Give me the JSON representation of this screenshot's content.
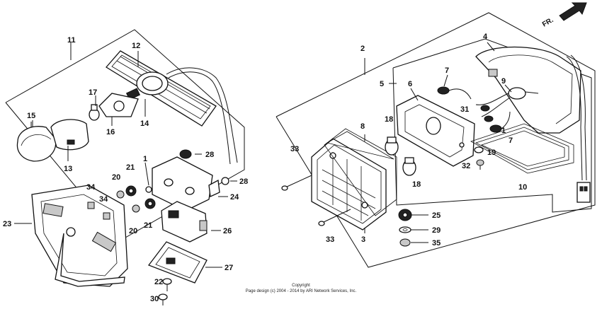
{
  "direction_label": "FR.",
  "copyright": {
    "line1": "Copyright",
    "line2": "Page design (c) 2004 - 2014 by ARI Network Services, Inc."
  },
  "callouts": {
    "c1": "1",
    "c2": "2",
    "c3": "3",
    "c4": "4",
    "c5": "5",
    "c6": "6",
    "c7a": "7",
    "c7b": "7",
    "c8": "8",
    "c9": "9",
    "c10": "10",
    "c11": "11",
    "c12": "12",
    "c13": "13",
    "c14": "14",
    "c15": "15",
    "c16": "16",
    "c17": "17",
    "c18a": "18",
    "c18b": "18",
    "c19": "19",
    "c20a": "20",
    "c20b": "20",
    "c21a": "21",
    "c21b": "21",
    "c22": "22",
    "c23": "23",
    "c24": "24",
    "c25": "25",
    "c26": "26",
    "c27": "27",
    "c28a": "28",
    "c28b": "28",
    "c29": "29",
    "c30": "30",
    "c31": "31",
    "c32": "32",
    "c33a": "33",
    "c33b": "33",
    "c34a": "34",
    "c34b": "34",
    "c35": "35"
  }
}
